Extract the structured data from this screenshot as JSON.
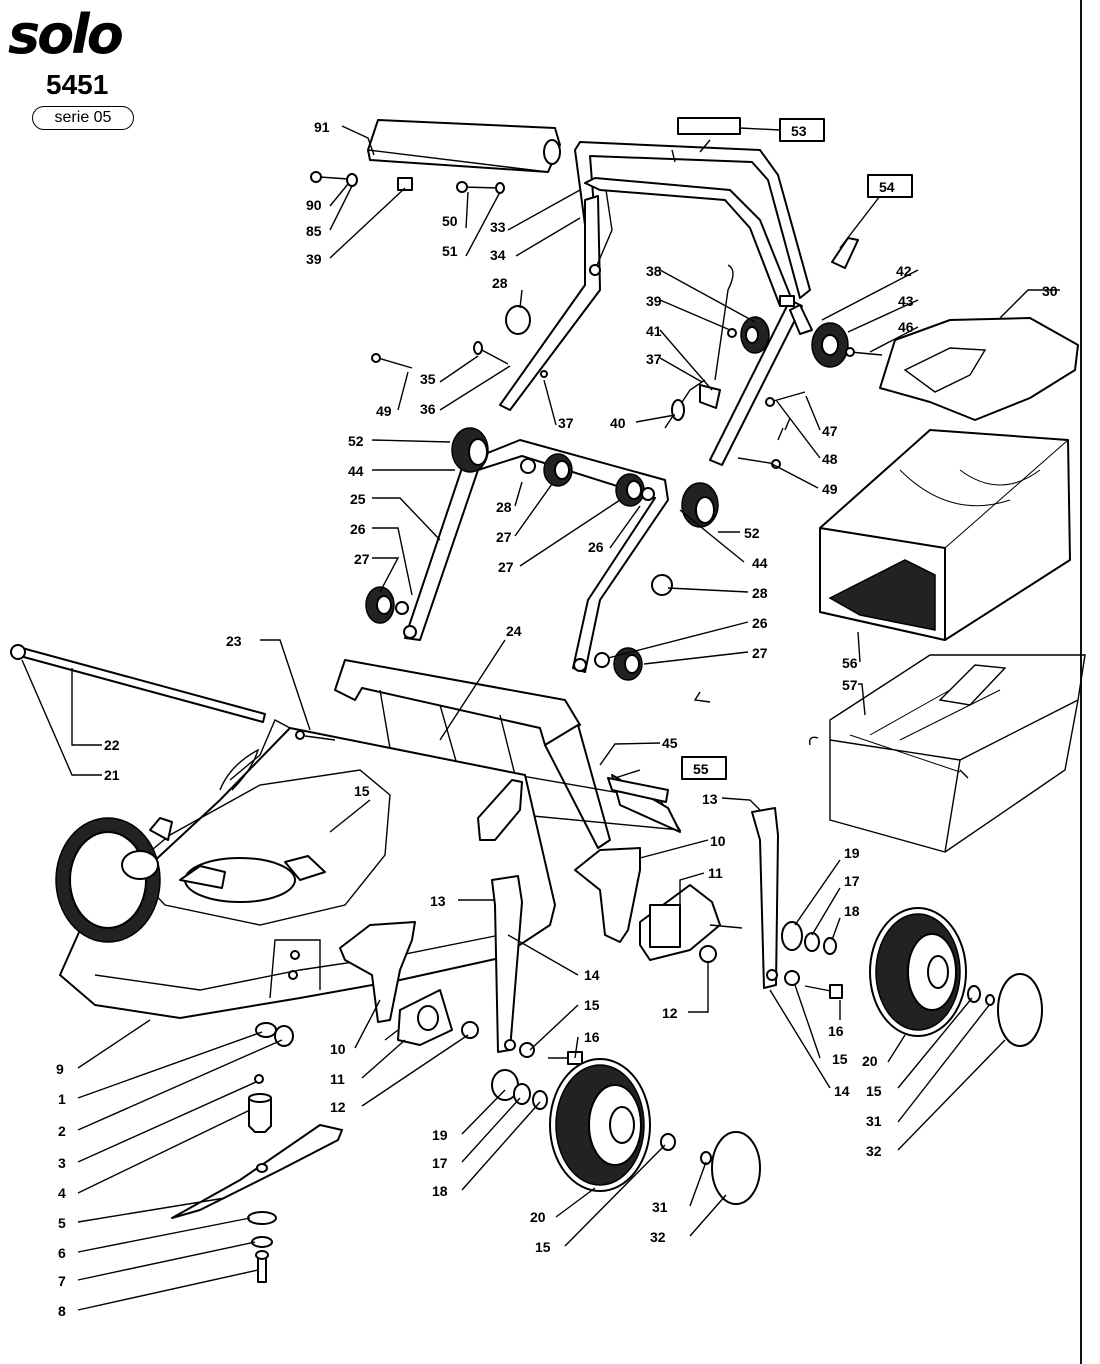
{
  "brand": {
    "logo": "solo",
    "model": "5451",
    "serie": "serie 05"
  },
  "labels": {
    "l1": "1",
    "l2": "2",
    "l3": "3",
    "l4": "4",
    "l5": "5",
    "l6": "6",
    "l7": "7",
    "l8": "8",
    "l9": "9",
    "l10a": "10",
    "l10b": "10",
    "l11a": "11",
    "l11b": "11",
    "l12a": "12",
    "l12b": "12",
    "l13a": "13",
    "l13b": "13",
    "l14a": "14",
    "l14b": "14",
    "l15a": "15",
    "l15b": "15",
    "l15c": "15",
    "l15d": "15",
    "l15e": "15",
    "l16a": "16",
    "l16b": "16",
    "l17a": "17",
    "l17b": "17",
    "l18a": "18",
    "l18b": "18",
    "l19a": "19",
    "l19b": "19",
    "l20a": "20",
    "l20b": "20",
    "l21": "21",
    "l22": "22",
    "l23": "23",
    "l24": "24",
    "l25": "25",
    "l26a": "26",
    "l26b": "26",
    "l26c": "26",
    "l27a": "27",
    "l27b": "27",
    "l27c": "27",
    "l27d": "27",
    "l28a": "28",
    "l28b": "28",
    "l28c": "28",
    "l30": "30",
    "l31a": "31",
    "l31b": "31",
    "l32a": "32",
    "l32b": "32",
    "l33": "33",
    "l34": "34",
    "l35": "35",
    "l36": "36",
    "l37a": "37",
    "l37b": "37",
    "l38": "38",
    "l39a": "39",
    "l39b": "39",
    "l40": "40",
    "l41": "41",
    "l42": "42",
    "l43": "43",
    "l44a": "44",
    "l44b": "44",
    "l45": "45",
    "l46": "46",
    "l47": "47",
    "l48": "48",
    "l49a": "49",
    "l49b": "49",
    "l50": "50",
    "l51": "51",
    "l52a": "52",
    "l52b": "52",
    "l53": "53",
    "l54": "54",
    "l55": "55",
    "l56": "56",
    "l57": "57",
    "l85": "85",
    "l90": "90",
    "l91": "91"
  }
}
